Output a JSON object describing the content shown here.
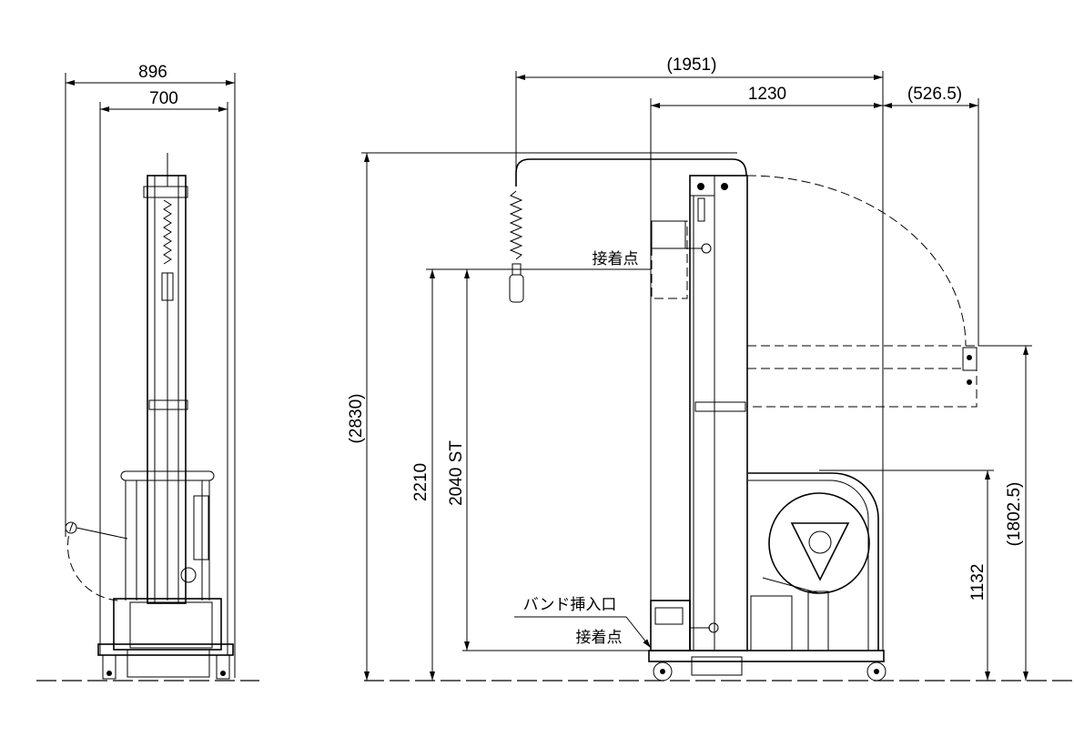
{
  "drawing": {
    "front_view": {
      "overall_width": "896",
      "inner_width": "700"
    },
    "side_view": {
      "overall_length": "(1951)",
      "body_length": "1230",
      "arm_overhang": "(526.5)",
      "overall_height": "(2830)",
      "top_adhesion_height": "2210",
      "stroke": "2040 ST",
      "coil_height": "1132",
      "arm_height": "(1802.5)",
      "label_adhesion_point_top": "接着点",
      "label_band_insert": "バンド挿入口",
      "label_adhesion_point_bottom": "接着点"
    }
  }
}
